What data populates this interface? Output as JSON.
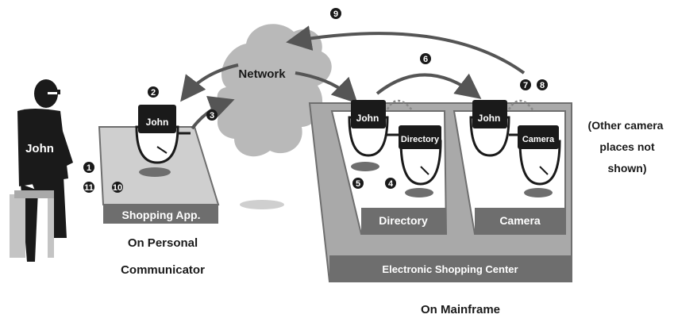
{
  "person": {
    "name": "John"
  },
  "network": {
    "label": "Network"
  },
  "communicator": {
    "agent_label": "John",
    "platform_label": "Shopping App.",
    "caption_line1": "On Personal",
    "caption_line2": "Communicator"
  },
  "mainframe": {
    "directory_place": {
      "visitor_label": "John",
      "agent_label": "Directory",
      "place_label": "Directory"
    },
    "camera_place": {
      "visitor_label": "John",
      "agent_label": "Camera",
      "place_label": "Camera"
    },
    "center_label": "Electronic Shopping Center",
    "caption": "On Mainframe",
    "other_note": [
      "(Other camera",
      "places not",
      "shown)"
    ]
  },
  "steps": {
    "s1": "1",
    "s2": "2",
    "s3": "3",
    "s4": "4",
    "s5": "5",
    "s6": "6",
    "s7": "7",
    "s8": "8",
    "s9": "9",
    "s10": "10",
    "s11": "11"
  },
  "colors": {
    "dark": "#1a1a1a",
    "gray_dark": "#6e6e6e",
    "gray_mid": "#a9a9a9",
    "gray_light": "#cfcfcf",
    "cloud": "#b9b9b9",
    "white": "#ffffff"
  }
}
